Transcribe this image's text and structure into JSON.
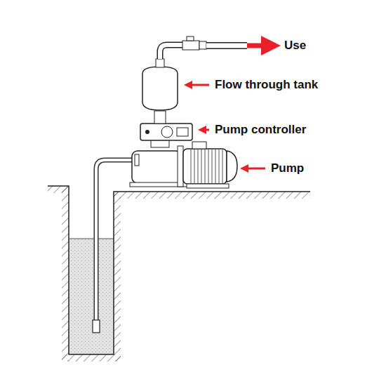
{
  "diagram": {
    "labels": [
      "Use",
      "Flow through tank",
      "Pump controller",
      "Pump"
    ]
  }
}
